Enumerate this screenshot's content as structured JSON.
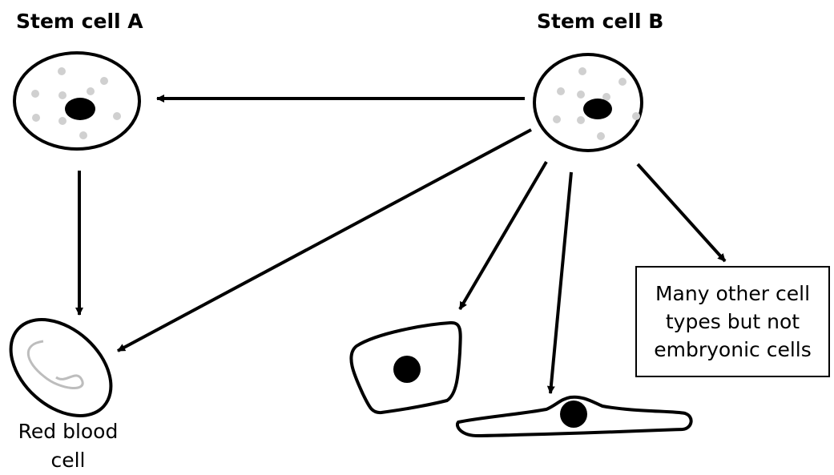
{
  "stem_cell_a": {
    "label": "Stem cell A"
  },
  "stem_cell_b": {
    "label": "Stem cell B"
  },
  "red_blood_cell": {
    "label_line1": "Red blood",
    "label_line2": "cell"
  },
  "other_cells_box": {
    "line1": "Many other cell",
    "line2": "types but not",
    "line3": "embryonic cells"
  },
  "colors": {
    "outline": "#000000",
    "granule": "#d0d0d0",
    "rbc_highlight": "#bdbdbd",
    "background": "#ffffff"
  }
}
